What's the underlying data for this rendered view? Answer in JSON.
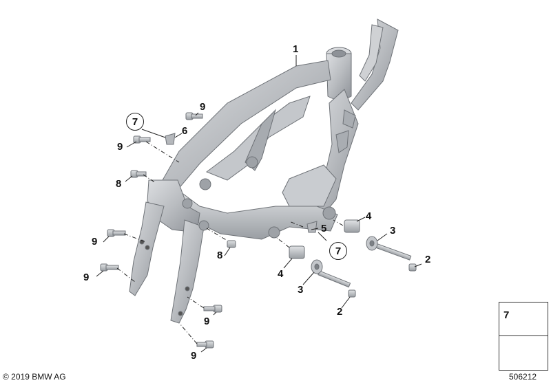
{
  "callouts": {
    "c1": "1",
    "c2a": "2",
    "c2b": "2",
    "c3a": "3",
    "c3b": "3",
    "c4a": "4",
    "c4b": "4",
    "c5": "5",
    "c6": "6",
    "c7a": "7",
    "c7b": "7",
    "c8a": "8",
    "c8b": "8",
    "c9a": "9",
    "c9b": "9",
    "c9c": "9",
    "c9d": "9",
    "c9e": "9",
    "c9f": "9"
  },
  "legend": {
    "label": "7"
  },
  "footer": {
    "copyright": "© 2019 BMW AG",
    "diagram_number": "506212"
  },
  "colors": {
    "frame_fill": "#b9bcc0",
    "frame_dark": "#8e9298",
    "frame_light": "#dcdee1",
    "line": "#222222"
  }
}
